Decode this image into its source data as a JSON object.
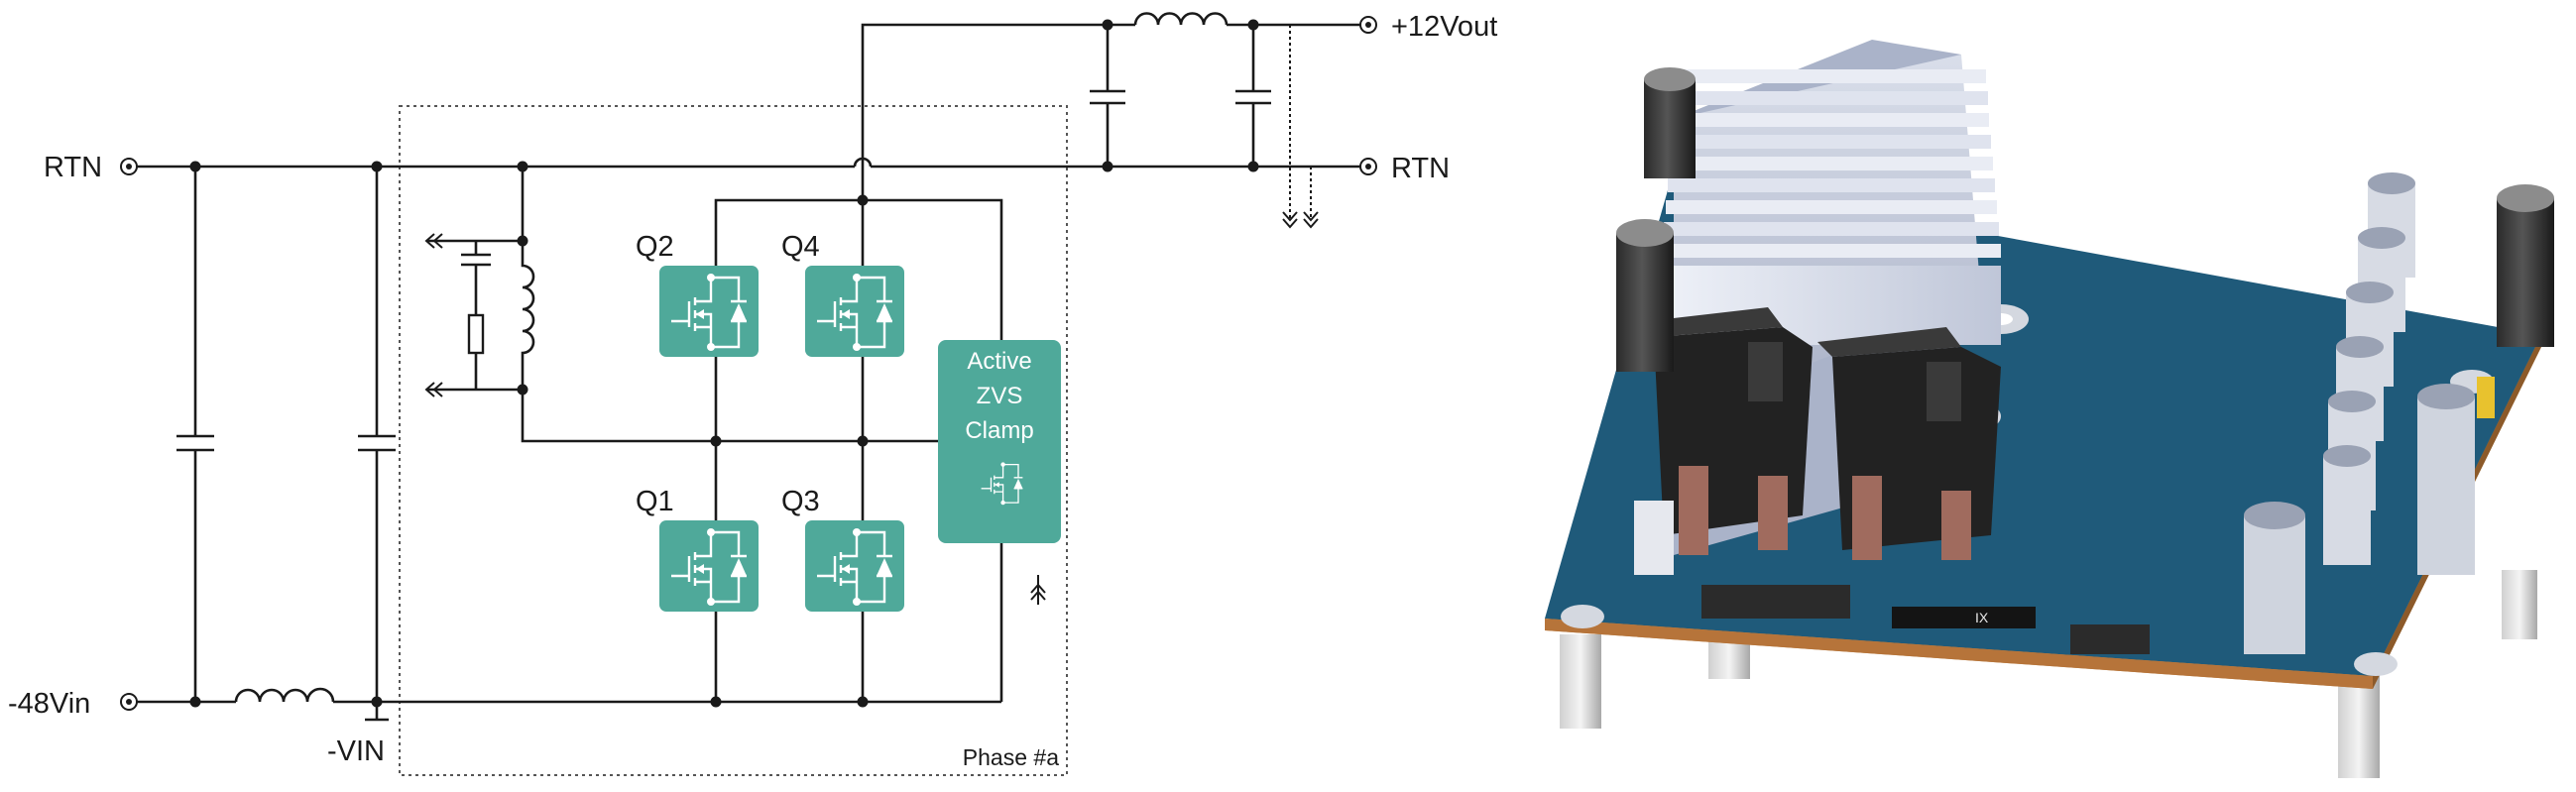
{
  "terminals": {
    "rtn_in": "RTN",
    "vin": "-48Vin",
    "vout": "+12Vout",
    "rtn_out": "RTN",
    "neg_vin": "-VIN"
  },
  "switches": {
    "q1": "Q1",
    "q2": "Q2",
    "q3": "Q3",
    "q4": "Q4"
  },
  "clamp": {
    "line1": "Active",
    "line2": "ZVS",
    "line3": "Clamp"
  },
  "phase_label": "Phase #a",
  "colors": {
    "teal": "#4fa99a",
    "wire": "#1a1a1a",
    "pcb": "#1f5a7a",
    "heatsink": "#d8dde8"
  },
  "photo": {
    "chip_marking": "IX"
  }
}
